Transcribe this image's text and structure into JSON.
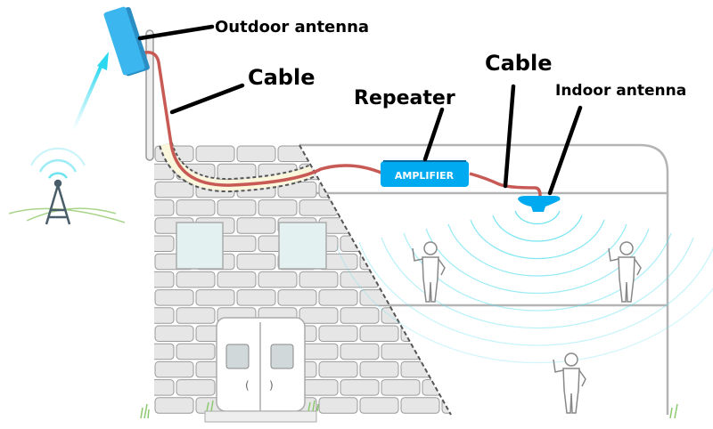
{
  "labels": {
    "outdoor_antenna": "Outdoor antenna",
    "cable_1": "Cable",
    "repeater": "Repeater",
    "cable_2": "Cable",
    "indoor_antenna": "Indoor antenna",
    "amplifier": "AMPLIFIER"
  },
  "colors": {
    "antenna_blue": "#3bb6ee",
    "amplifier_blue": "#00aaf0",
    "cable_red": "#c85a55",
    "signal_cyan": "#5ee0f0",
    "tower": "#4a5e6a",
    "brick": "#e6e6e6",
    "wall_line": "#b4b4b4"
  }
}
